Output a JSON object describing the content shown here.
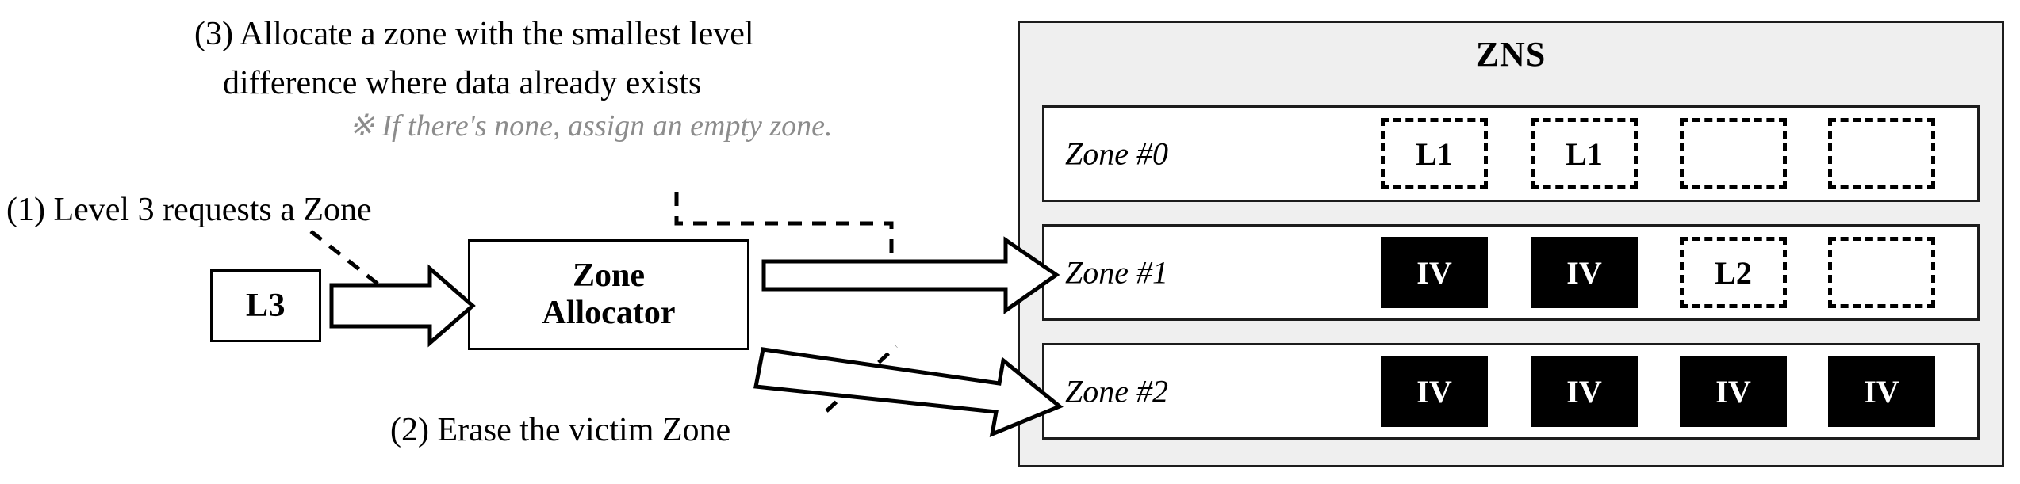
{
  "annotations": {
    "step3_line1": "(3) Allocate a zone with the smallest level",
    "step3_line2": "difference where data already exists",
    "step3_note": "※ If there's none, assign an empty zone.",
    "step1": "(1) Level 3 requests a Zone",
    "step2": "(2) Erase the victim Zone"
  },
  "blocks": {
    "source_label": "L3",
    "allocator_line1": "Zone",
    "allocator_line2": "Allocator"
  },
  "zns": {
    "title": "ZNS",
    "zones": [
      {
        "label": "Zone #0",
        "cells": [
          {
            "text": "L1",
            "state": "valid"
          },
          {
            "text": "L1",
            "state": "valid"
          },
          {
            "text": "",
            "state": "empty"
          },
          {
            "text": "",
            "state": "empty"
          }
        ]
      },
      {
        "label": "Zone #1",
        "cells": [
          {
            "text": "IV",
            "state": "invalid"
          },
          {
            "text": "IV",
            "state": "invalid"
          },
          {
            "text": "L2",
            "state": "valid"
          },
          {
            "text": "",
            "state": "empty"
          }
        ]
      },
      {
        "label": "Zone #2",
        "cells": [
          {
            "text": "IV",
            "state": "invalid"
          },
          {
            "text": "IV",
            "state": "invalid"
          },
          {
            "text": "IV",
            "state": "invalid"
          },
          {
            "text": "IV",
            "state": "invalid"
          }
        ]
      }
    ]
  },
  "colors": {
    "panel_background": "#efefef",
    "panel_border": "#1c1c1c",
    "note_text": "#8c8c8c",
    "invalid_fill": "#000000",
    "page_background": "#ffffff"
  },
  "connectors": [
    {
      "name": "step1-leader",
      "from": "step1-text",
      "to": "l3-to-allocator-arrow",
      "style": "dashed"
    },
    {
      "name": "step3-leader",
      "from": "step3-note",
      "to": "allocator-to-zone1-arrow",
      "style": "dashed"
    },
    {
      "name": "step2-leader",
      "from": "step2-text",
      "to": "allocator-to-zone2-arrow",
      "style": "dashed"
    },
    {
      "name": "l3-to-allocator-arrow",
      "style": "block-arrow"
    },
    {
      "name": "allocator-to-zone1-arrow",
      "style": "block-arrow"
    },
    {
      "name": "allocator-to-zone2-arrow",
      "style": "block-arrow"
    }
  ]
}
